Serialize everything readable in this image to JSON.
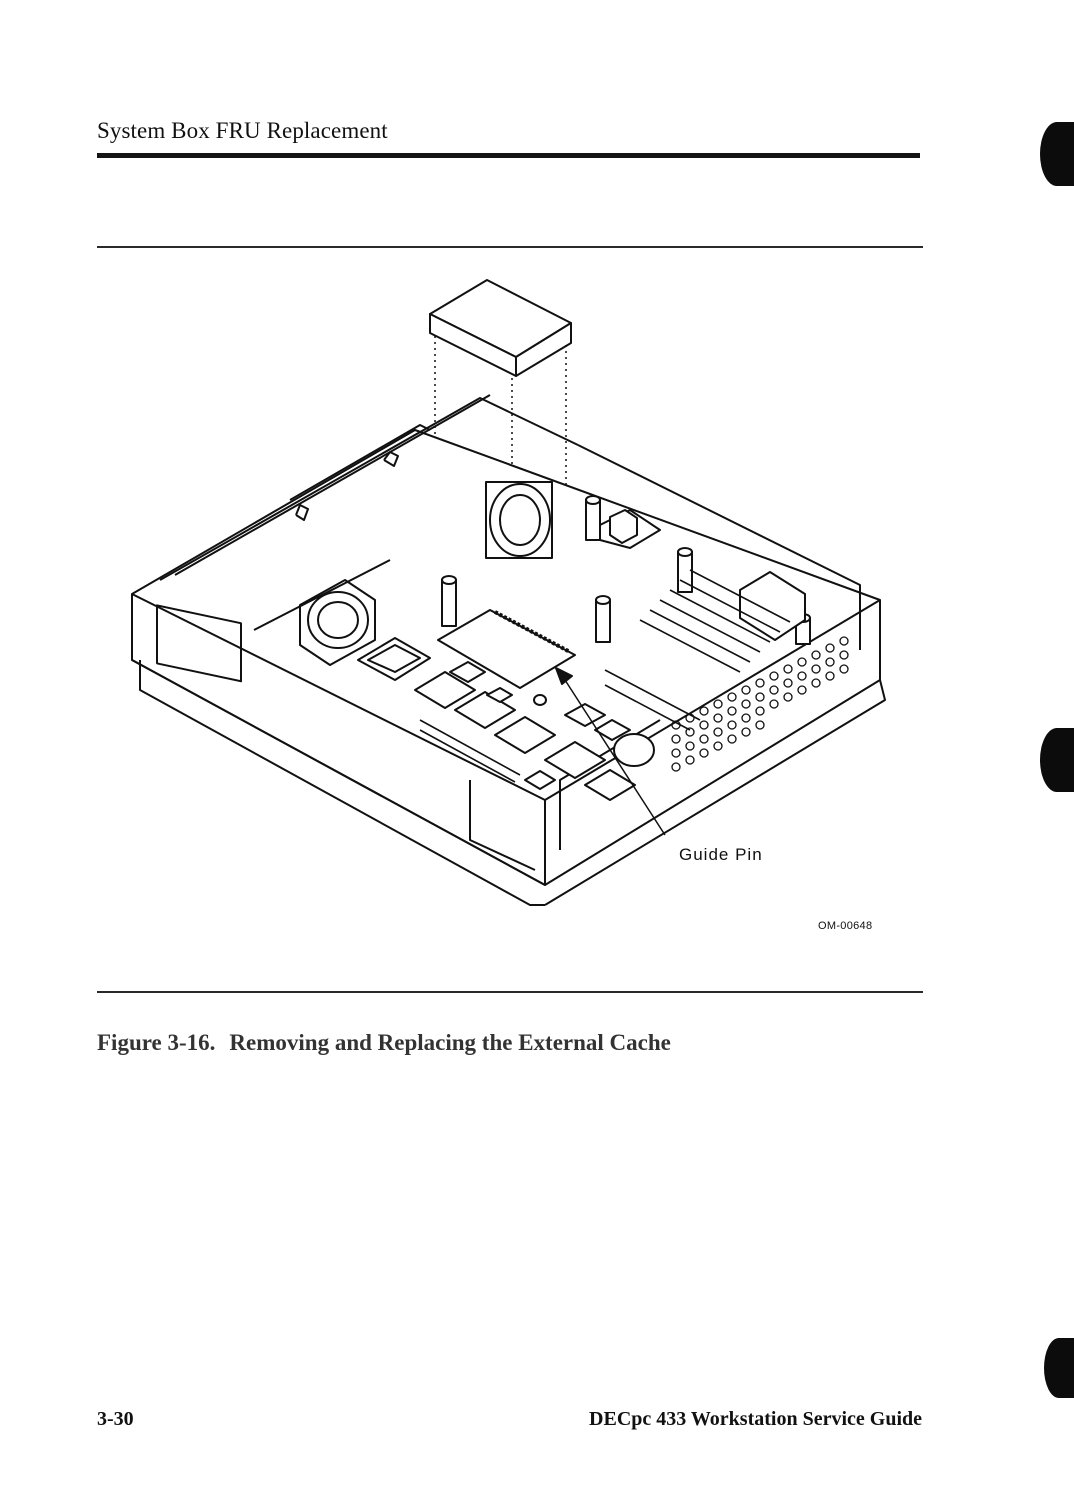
{
  "header": {
    "section_title": "System Box FRU Replacement"
  },
  "figure": {
    "callout_label": "Guide Pin",
    "figure_id": "OM-00648",
    "caption_label": "Figure 3-16.",
    "caption_text": "Removing and Replacing the External Cache"
  },
  "footer": {
    "page_number": "3-30",
    "book_title": "DECpc 433 Workstation Service Guide"
  }
}
